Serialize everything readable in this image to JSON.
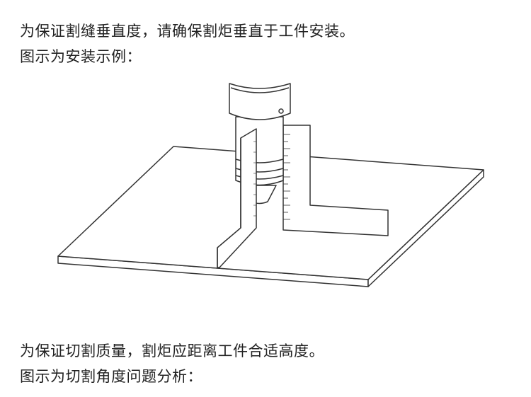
{
  "section1": {
    "instruction": "为保证割缝垂直度，请确保割炬垂直于工件安装。",
    "caption": "图示为安装示例："
  },
  "figure": {
    "icon": "torch-square-installation-illustration"
  },
  "section2": {
    "instruction": "为保证切割质量，割炬应距离工件合适高度。",
    "caption": "图示为切割角度问题分析："
  }
}
